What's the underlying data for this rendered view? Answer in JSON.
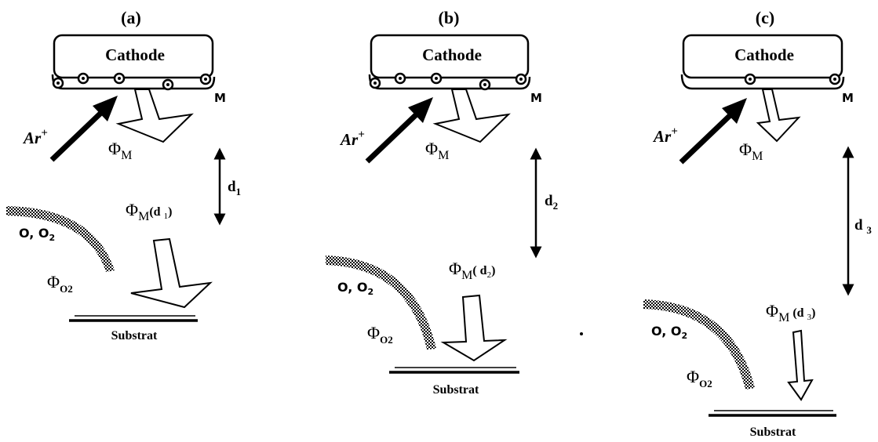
{
  "panels": [
    {
      "id": "a",
      "tag": "(a)",
      "cathode": "Cathode",
      "metal": "M",
      "ion_base": "Ar",
      "ion_sup": "+",
      "flux_sym": "Φ",
      "flux_sub": "M",
      "distance_base": "d",
      "distance_sub": "1",
      "flux_d_base": "Φ",
      "flux_d_sub": "M",
      "flux_d_arg": "(d ",
      "flux_d_arg_sub": "1",
      "flux_d_close": ")",
      "oxygen_base": "O, O",
      "oxygen_sub": "2",
      "flux_o_base": "Φ",
      "flux_o_sub": "O2",
      "substrate": "Substrat"
    },
    {
      "id": "b",
      "tag": "(b)",
      "cathode": "Cathode",
      "metal": "M",
      "ion_base": "Ar",
      "ion_sup": "+",
      "flux_sym": "Φ",
      "flux_sub": "M",
      "distance_base": "d",
      "distance_sub": "2",
      "flux_d_base": "Φ",
      "flux_d_sub": "M",
      "flux_d_arg": "( d",
      "flux_d_arg_sub": "2",
      "flux_d_close": ")",
      "oxygen_base": "O, O",
      "oxygen_sub": "2",
      "flux_o_base": "Φ",
      "flux_o_sub": "O2",
      "substrate": "Substrat"
    },
    {
      "id": "c",
      "tag": "(c)",
      "cathode": "Cathode",
      "metal": "M",
      "ion_base": "Ar",
      "ion_sup": "+",
      "flux_sym": "Φ",
      "flux_sub": "M",
      "distance_base": "d ",
      "distance_sub": "3",
      "flux_d_base": "Φ",
      "flux_d_sub": "M",
      "flux_d_arg": " (d ",
      "flux_d_arg_sub": "3",
      "flux_d_close": ")",
      "oxygen_base": "O, O",
      "oxygen_sub": "2",
      "flux_o_base": "Φ",
      "flux_o_sub": "O2",
      "substrate": "Substrat"
    }
  ]
}
